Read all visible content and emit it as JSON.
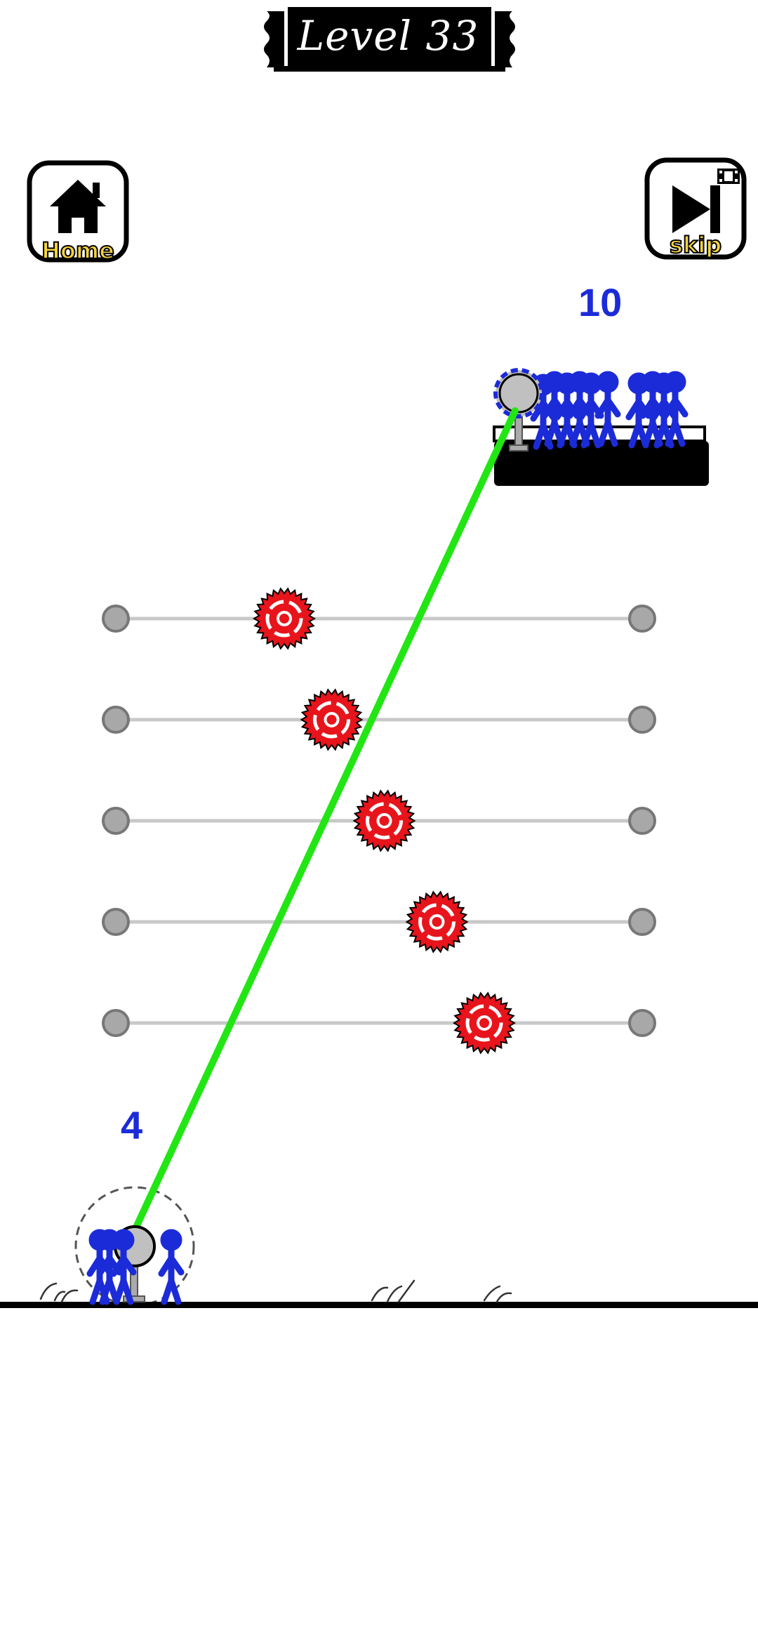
{
  "header": {
    "level_label": "Level 33"
  },
  "buttons": {
    "home_label": "Home",
    "skip_label": "skip"
  },
  "counters": {
    "top_group": "10",
    "bottom_group": "4"
  },
  "colors": {
    "stickman": "#1c2bd8",
    "rope": "#22e614",
    "saw": "#e8141c",
    "rail": "#c8c8c8",
    "rail_node": "#a8a8a8",
    "label_yellow": "#f4d23c"
  },
  "icons": {
    "home": "house-icon",
    "skip": "skip-forward-icon",
    "video": "video-ad-icon"
  },
  "saw_positions_on_rails": [
    0.32,
    0.41,
    0.51,
    0.61,
    0.7
  ]
}
